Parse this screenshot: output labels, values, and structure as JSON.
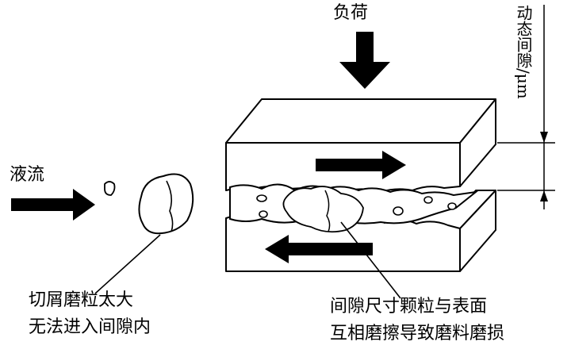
{
  "labels": {
    "load": "负荷",
    "fluid": "液流",
    "large_debris_line1": "切屑磨粒太大",
    "large_debris_line2": "无法进入间隙内",
    "gap_particles_line1": "间隙尺寸颗粒与表面",
    "gap_particles_line2": "互相磨擦导致磨料磨损",
    "dynamic_clearance": "动态间隙/μm"
  }
}
